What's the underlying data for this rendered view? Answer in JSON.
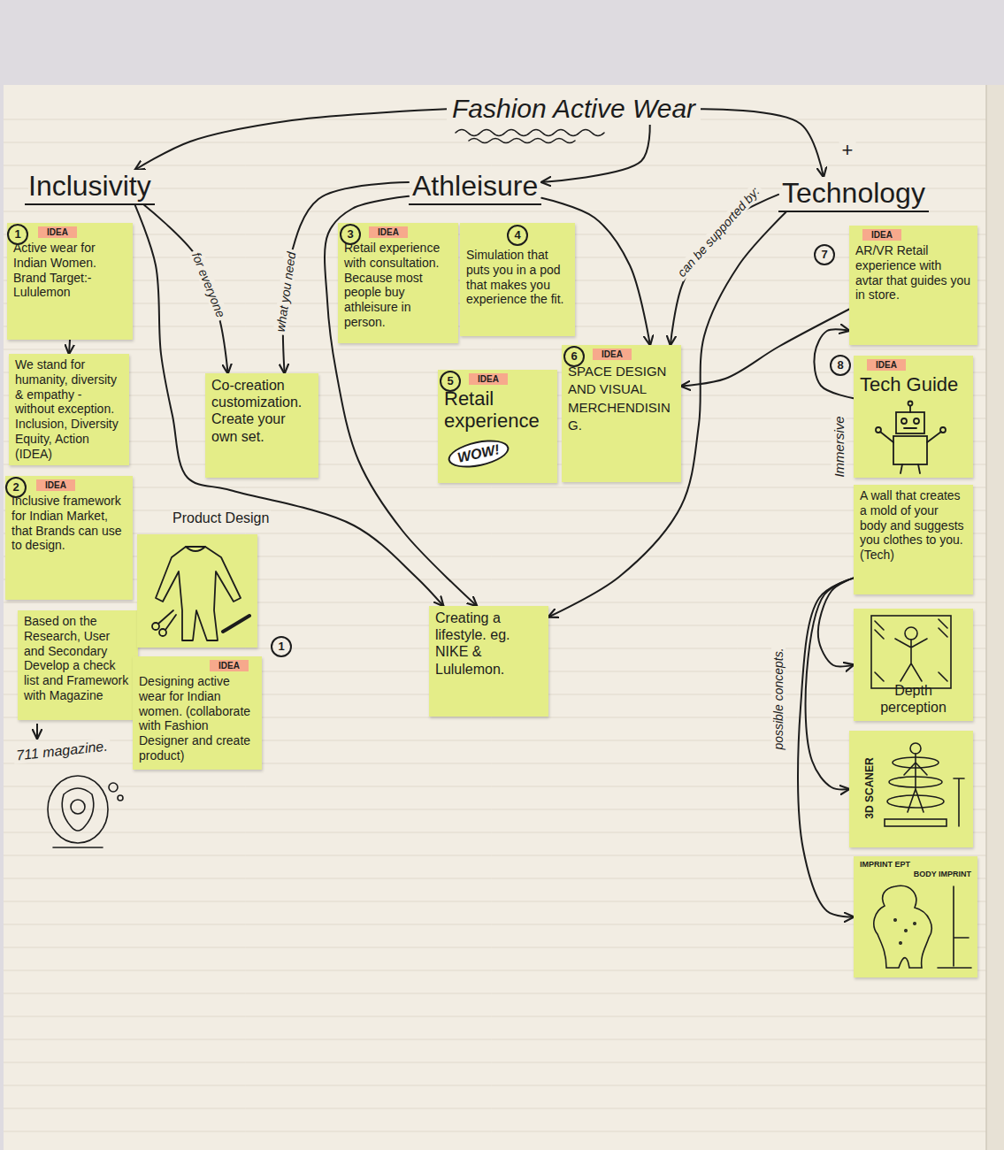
{
  "diagram": {
    "nodes": [
      {
        "text": [
          "Fashion Active Wear"
        ]
      },
      {
        "text": [
          "Inclusivity"
        ]
      },
      {
        "text": [
          "Athleisure"
        ]
      },
      {
        "text": [
          "Technology"
        ]
      },
      {
        "text": [
          "IDEA",
          "Active wear for Indian Women. Brand Target:- Lululemon"
        ]
      },
      {
        "text": [
          "We stand for humanity, diversity & empathy - without exception. Inclusion, Diversity Equity, Action (IDEA)"
        ]
      },
      {
        "text": [
          "IDEA",
          "Inclusive framework for Indian Market, that Brands can use to design."
        ]
      },
      {
        "text": [
          "Based on the Research, User and Secondary Develop a check list and Framework with Magazine"
        ]
      },
      {
        "text": [
          "Co-creation customization. Create your own set."
        ]
      },
      {
        "text": [
          "Product Design"
        ]
      },
      {
        "text": [
          "IDEA",
          "Designing active wear for Indian women. (collaborate with Fashion Designer and create product)"
        ]
      },
      {
        "text": [
          "IDEA",
          "Retail experience with consultation. Because most people buy athleisure in person."
        ]
      },
      {
        "text": [
          "Simulation that puts you in a pod that makes you experience the fit."
        ]
      },
      {
        "text": [
          "IDEA",
          "Retail experience",
          "WOW!"
        ]
      },
      {
        "text": [
          "IDEA",
          "SPACE DESIGN AND VISUAL MERCHENDISING."
        ]
      },
      {
        "text": [
          "Creating a lifestyle. eg. NIKE & Lululemon."
        ]
      },
      {
        "text": [
          "IDEA",
          "AR/VR Retail experience with avtar that guides you in store."
        ]
      },
      {
        "text": [
          "IDEA",
          "Tech Guide"
        ]
      },
      {
        "text": [
          "A wall that creates a mold of your body and suggests you clothes to you. (Tech)"
        ]
      },
      {
        "text": [
          "Depth perception"
        ]
      },
      {
        "text": [
          "3D SCANER"
        ]
      },
      {
        "text": [
          "IMPRINT EPT",
          "BODY IMPRINT"
        ]
      }
    ],
    "edges": [
      {
        "from": 0,
        "to": 1,
        "arrow": "to"
      },
      {
        "from": 0,
        "to": 2,
        "arrow": "to"
      },
      {
        "from": 0,
        "to": 3,
        "arrow": "to"
      },
      {
        "from": 1,
        "to": 8,
        "label": "for everyone",
        "arrow": "to"
      },
      {
        "from": 2,
        "to": 8,
        "label": "what you need",
        "arrow": "to"
      },
      {
        "from": 1,
        "to": 15,
        "arrow": "to"
      },
      {
        "from": 2,
        "to": 15,
        "arrow": "to"
      },
      {
        "from": 2,
        "to": 14,
        "arrow": "to"
      },
      {
        "from": 3,
        "to": 14,
        "label": "can be supported by:",
        "arrow": "to"
      },
      {
        "from": 16,
        "to": 14,
        "arrow": "to"
      },
      {
        "from": 3,
        "to": 15,
        "arrow": "to"
      },
      {
        "from": 4,
        "to": 5,
        "arrow": "to"
      },
      {
        "from": 17,
        "to": 16,
        "arrow": "to"
      },
      {
        "from": 18,
        "to": 19,
        "arrow": "to"
      },
      {
        "from": 18,
        "to": 20,
        "label": "possible concepts.",
        "arrow": "to"
      },
      {
        "from": 18,
        "to": 21,
        "arrow": "to"
      }
    ],
    "labels": [
      "1",
      "2",
      "1",
      "3",
      "4",
      "5",
      "6",
      "7",
      "8",
      "+",
      "Immersive",
      "711 magazine."
    ]
  }
}
